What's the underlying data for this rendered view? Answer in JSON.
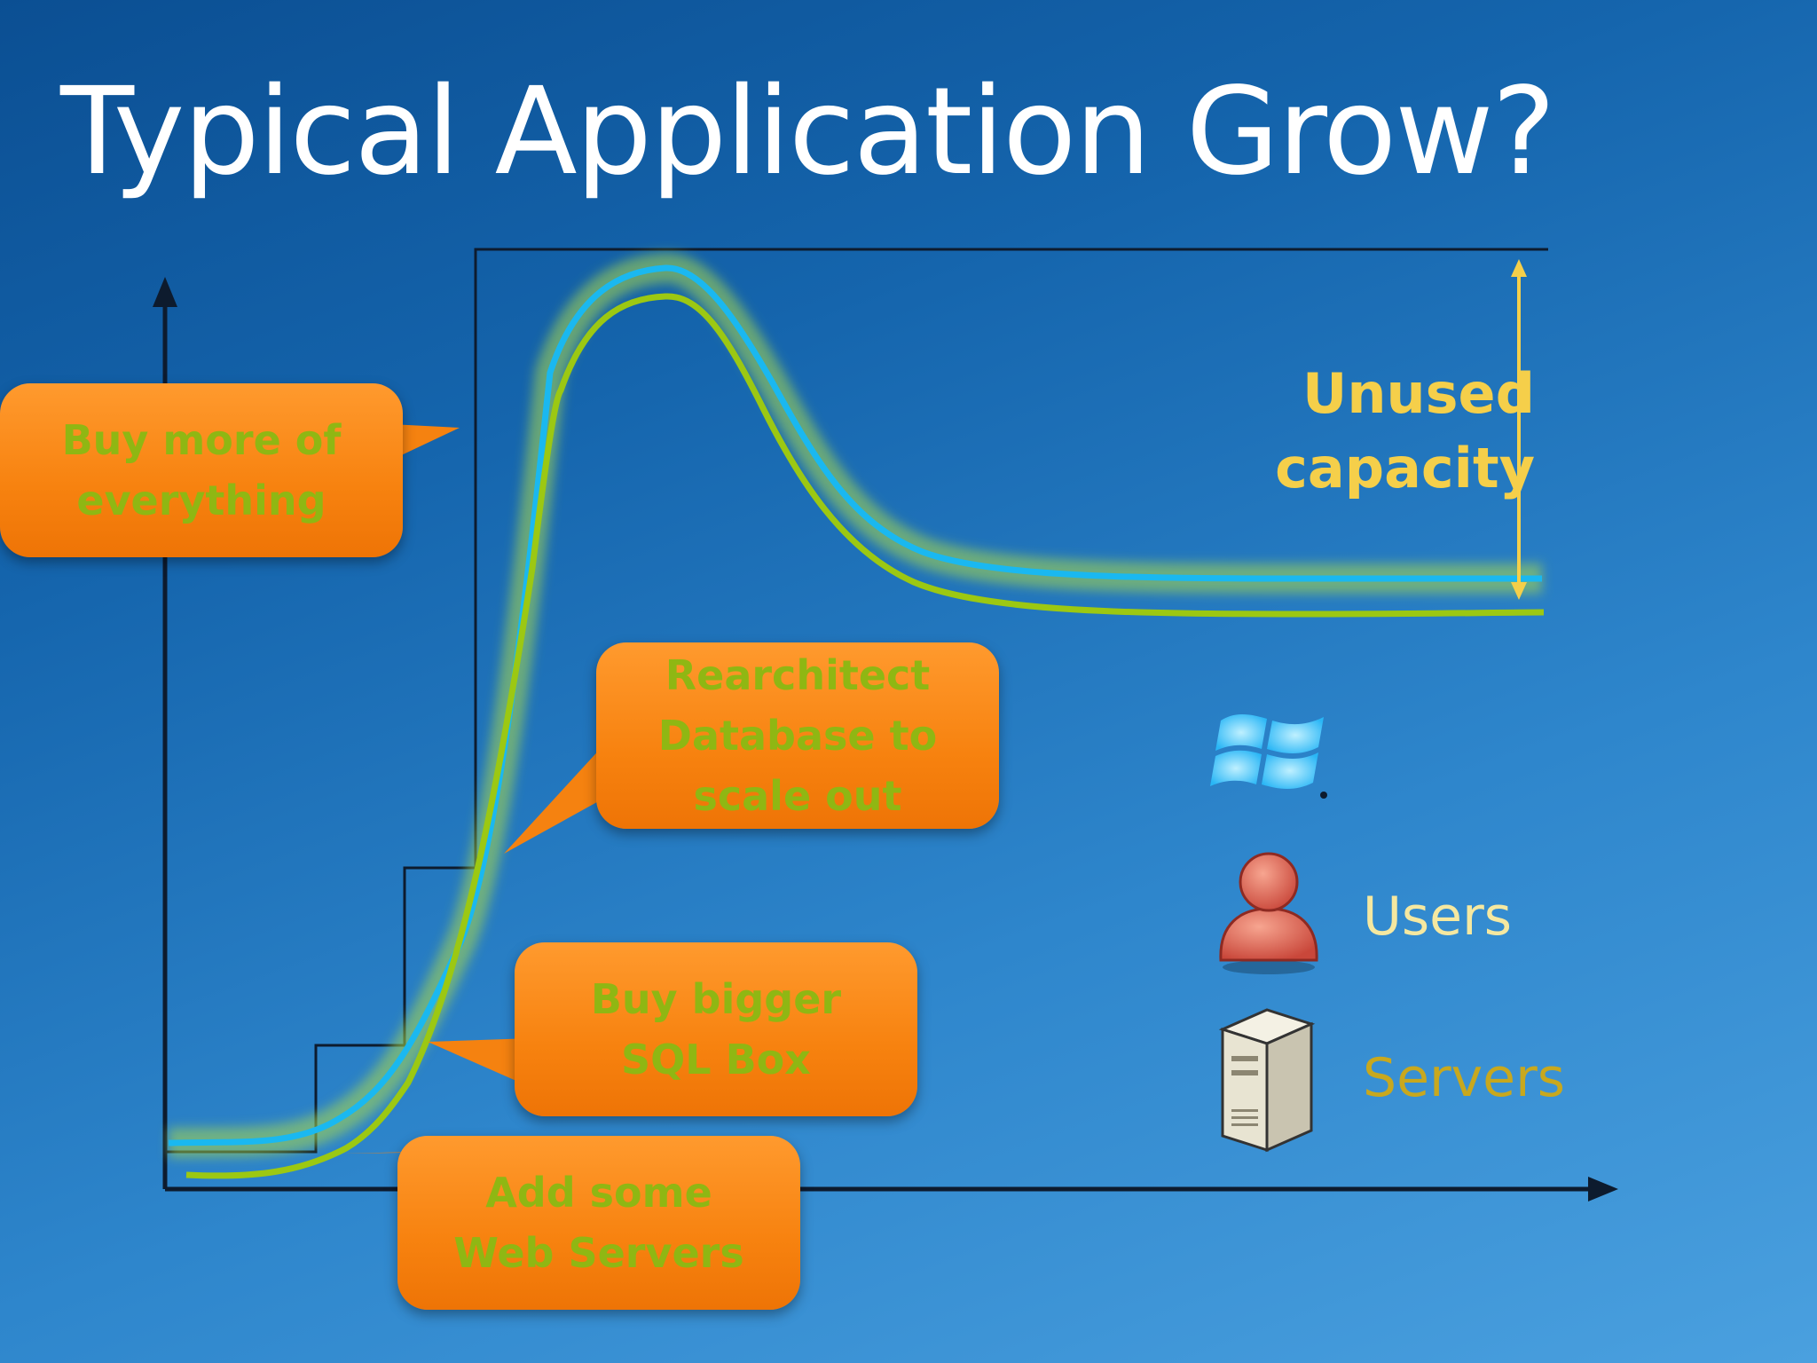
{
  "slide": {
    "title": "Typical Application Grow?"
  },
  "callouts": [
    {
      "id": "buy-more",
      "text": "Buy more of\neverything"
    },
    {
      "id": "rearchitect",
      "text": "Rearchitect\nDatabase to\nscale out"
    },
    {
      "id": "bigger-sql",
      "text": "Buy bigger\nSQL Box"
    },
    {
      "id": "web-servers",
      "text": "Add some\nWeb Servers"
    }
  ],
  "annotation": {
    "unused_capacity": "Unused\ncapacity"
  },
  "legend": {
    "users_label": "Users",
    "servers_label": "Servers",
    "users_icon": "user-icon",
    "servers_icon": "server-icon",
    "logo_icon": "windows-logo-icon"
  },
  "colors": {
    "users_line": "#1ab8f0",
    "servers_line": "#9cc812",
    "callout_fill": "#f7820f",
    "callout_text": "#8fb713",
    "annotation": "#f5cf4a",
    "axis": "#0d1b2e"
  }
}
